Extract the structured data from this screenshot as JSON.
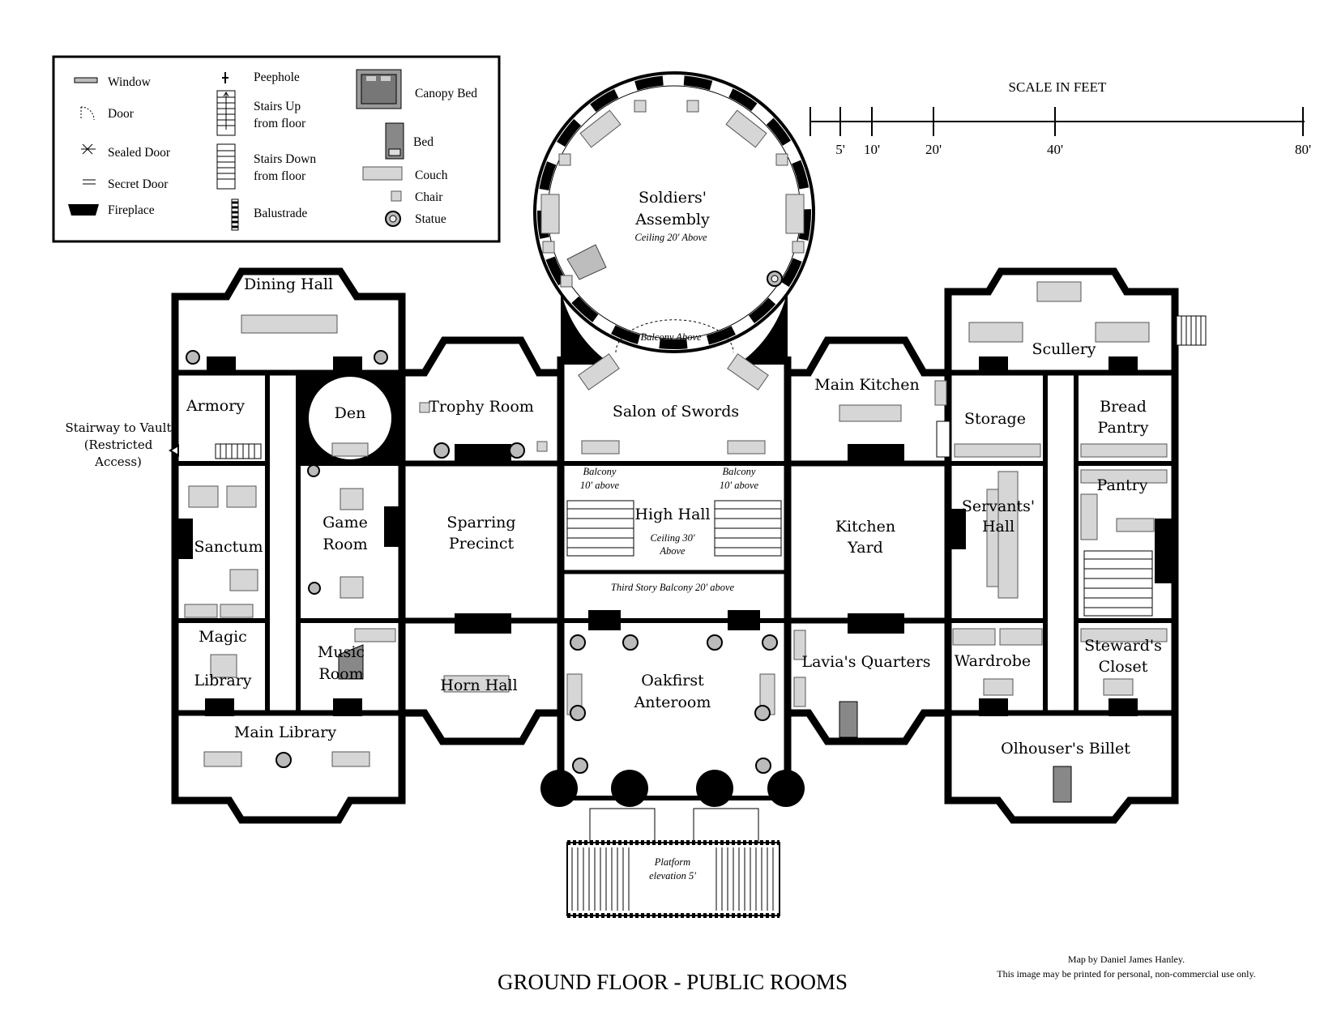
{
  "title": "GROUND FLOOR - PUBLIC ROOMS",
  "credit": {
    "line1": "Map by Daniel James Hanley.",
    "line2": "This image may be printed for personal, non-commercial use only."
  },
  "scale": {
    "title": "SCALE IN FEET",
    "ticks": [
      "5'",
      "10'",
      "20'",
      "40'",
      "80'"
    ]
  },
  "legend": {
    "window": "Window",
    "door": "Door",
    "sealed_door": "Sealed Door",
    "secret_door": "Secret Door",
    "fireplace": "Fireplace",
    "peephole": "Peephole",
    "stairs_up_1": "Stairs Up",
    "stairs_up_2": "from floor",
    "stairs_down_1": "Stairs Down",
    "stairs_down_2": "from floor",
    "balustrade": "Balustrade",
    "canopy_bed": "Canopy Bed",
    "bed": "Bed",
    "couch": "Couch",
    "chair": "Chair",
    "statue": "Statue"
  },
  "rooms": {
    "soldiers_assembly_1": "Soldiers'",
    "soldiers_assembly_2": "Assembly",
    "soldiers_assembly_note": "Ceiling 20' Above",
    "balcony_above": "Balcony Above",
    "dining_hall": "Dining Hall",
    "armory": "Armory",
    "den": "Den",
    "trophy_room": "Trophy Room",
    "salon_of_swords": "Salon of Swords",
    "main_kitchen": "Main Kitchen",
    "scullery": "Scullery",
    "storage": "Storage",
    "bread_pantry_1": "Bread",
    "bread_pantry_2": "Pantry",
    "stairway_vault_1": "Stairway to Vault",
    "stairway_vault_2": "(Restricted",
    "stairway_vault_3": "Access)",
    "sanctum": "Sanctum",
    "game_room_1": "Game",
    "game_room_2": "Room",
    "sparring_precinct_1": "Sparring",
    "sparring_precinct_2": "Precinct",
    "balcony_left_1": "Balcony",
    "balcony_left_2": "10' above",
    "balcony_right_1": "Balcony",
    "balcony_right_2": "10' above",
    "high_hall": "High Hall",
    "high_hall_note_1": "Ceiling 30'",
    "high_hall_note_2": "Above",
    "third_story_balcony": "Third Story Balcony 20' above",
    "kitchen_yard_1": "Kitchen",
    "kitchen_yard_2": "Yard",
    "servants_hall_1": "Servants'",
    "servants_hall_2": "Hall",
    "pantry": "Pantry",
    "magic_library_1": "Magic",
    "magic_library_2": "Library",
    "music_room_1": "Music",
    "music_room_2": "Room",
    "horn_hall": "Horn Hall",
    "oakfirst_anteroom_1": "Oakfirst",
    "oakfirst_anteroom_2": "Anteroom",
    "lavias_quarters": "Lavia's Quarters",
    "wardrobe": "Wardrobe",
    "stewards_closet_1": "Steward's",
    "stewards_closet_2": "Closet",
    "main_library": "Main Library",
    "olhousers_billet": "Olhouser's Billet",
    "platform_1": "Platform",
    "platform_2": "elevation 5'"
  }
}
